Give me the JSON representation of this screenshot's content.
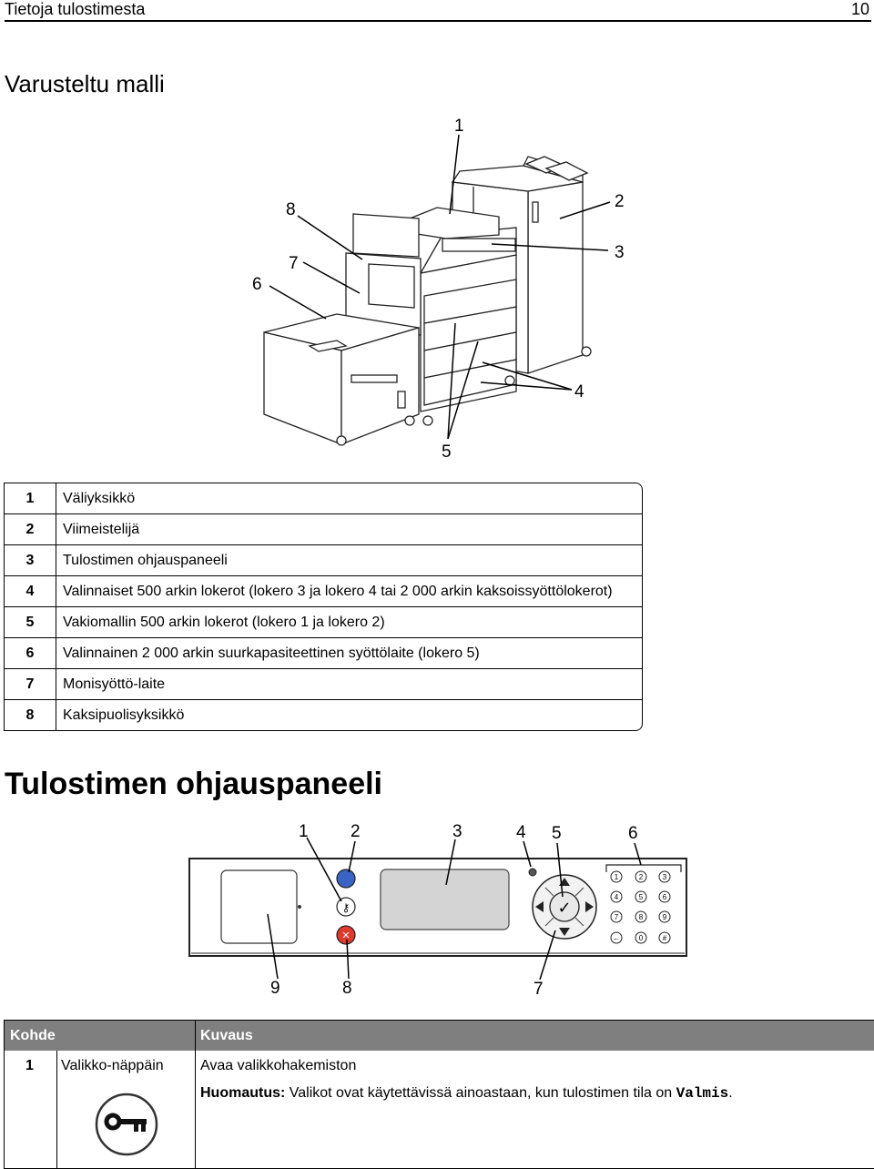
{
  "header": {
    "title": "Tietoja tulostimesta",
    "page_number": "10"
  },
  "section1": {
    "heading": "Varusteltu malli",
    "callouts": [
      "1",
      "2",
      "3",
      "4",
      "5",
      "6",
      "7",
      "8"
    ],
    "legend": [
      {
        "num": "1",
        "text": "Väliyksikkö"
      },
      {
        "num": "2",
        "text": "Viimeistelijä"
      },
      {
        "num": "3",
        "text": "Tulostimen ohjauspaneeli"
      },
      {
        "num": "4",
        "text": "Valinnaiset 500 arkin lokerot (lokero 3 ja lokero 4 tai 2 000 arkin kaksoissyöttölokerot)"
      },
      {
        "num": "5",
        "text": "Vakiomallin 500 arkin lokerot (lokero 1 ja lokero 2)"
      },
      {
        "num": "6",
        "text": "Valinnainen 2 000 arkin suurkapasiteettinen syöttölaite (lokero 5)"
      },
      {
        "num": "7",
        "text": "Monisyöttö-laite"
      },
      {
        "num": "8",
        "text": "Kaksipuolisyksikkö"
      }
    ]
  },
  "section2": {
    "heading": "Tulostimen ohjauspaneeli",
    "callouts": [
      "1",
      "2",
      "3",
      "4",
      "5",
      "6",
      "7",
      "8",
      "9"
    ],
    "keypad": [
      "1",
      "2",
      "3",
      "4",
      "5",
      "6",
      "7",
      "8",
      "9",
      "←",
      "0",
      "#"
    ]
  },
  "table": {
    "col1": "Kohde",
    "col2": "Kuvaus",
    "row1": {
      "num": "1",
      "item": "Valikko-näppäin",
      "desc": "Avaa valikkohakemiston",
      "note_label": "Huomautus:",
      "note_text": " Valikot ovat käytettävissä ainoastaan, kun tulostimen tila on ",
      "note_code": "Valmis",
      "note_end": "."
    }
  }
}
